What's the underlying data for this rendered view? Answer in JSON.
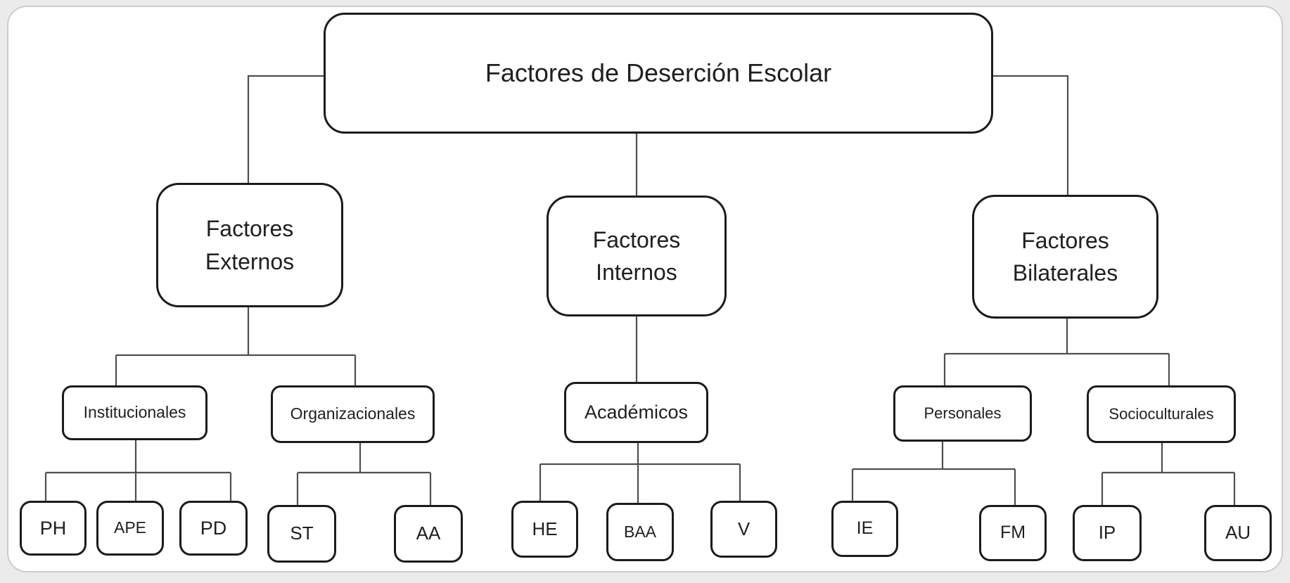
{
  "diagram": {
    "title": "Factores de Deserción Escolar",
    "nodes": {
      "root": {
        "label": "Factores de Deserción Escolar"
      },
      "externos": {
        "label": "Factores\nExternos"
      },
      "internos": {
        "label": "Factores\nInternos"
      },
      "bilaterales": {
        "label": "Factores\nBilaterales"
      },
      "institucionales": {
        "label": "Institucionales"
      },
      "organizacionales": {
        "label": "Organizacionales"
      },
      "academicos": {
        "label": "Académicos"
      },
      "personales": {
        "label": "Personales"
      },
      "socioculturales": {
        "label": "Socioculturales"
      },
      "ph": {
        "label": "PH"
      },
      "ape": {
        "label": "APE"
      },
      "pd": {
        "label": "PD"
      },
      "st": {
        "label": "ST"
      },
      "aa": {
        "label": "AA"
      },
      "he": {
        "label": "HE"
      },
      "baa": {
        "label": "BAA"
      },
      "v": {
        "label": "V"
      },
      "ie": {
        "label": "IE"
      },
      "fm": {
        "label": "FM"
      },
      "ip": {
        "label": "IP"
      },
      "au": {
        "label": "AU"
      }
    },
    "hierarchy": {
      "root": [
        "externos",
        "internos",
        "bilaterales"
      ],
      "externos": [
        "institucionales",
        "organizacionales"
      ],
      "institucionales": [
        "ph",
        "ape",
        "pd"
      ],
      "organizacionales": [
        "st",
        "aa"
      ],
      "internos": [
        "academicos"
      ],
      "academicos": [
        "he",
        "baa",
        "v"
      ],
      "bilaterales": [
        "personales",
        "socioculturales"
      ],
      "personales": [
        "ie",
        "fm"
      ],
      "socioculturales": [
        "ip",
        "au"
      ]
    },
    "colors": {
      "box_border": "#1b1b1b",
      "connector": "#4f4f4f",
      "panel_background": "#ffffff",
      "outer_background": "#ebebeb",
      "panel_border": "#cccccc",
      "text": "#1f1f1f"
    }
  }
}
